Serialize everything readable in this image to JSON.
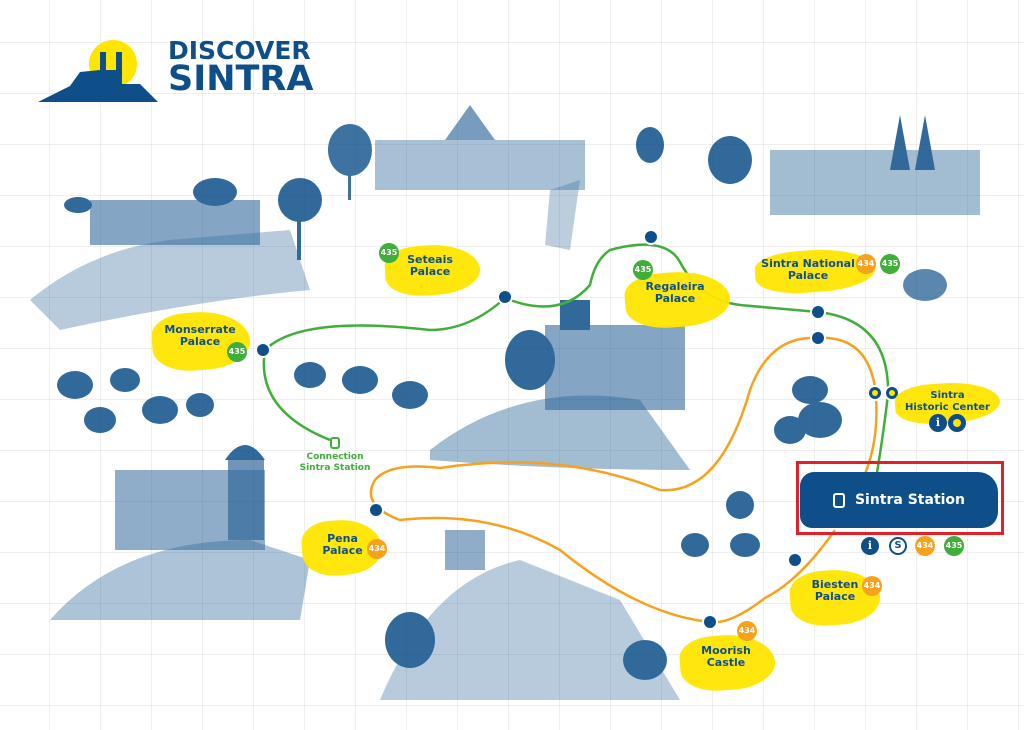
{
  "brand": {
    "line1": "DISCOVER",
    "line2": "SINTRA"
  },
  "colors": {
    "primary": "#0e4f8a",
    "highlight": "#ffe600",
    "route_434": "#f6a21e",
    "route_435": "#3fae3a",
    "selection": "#e0202a"
  },
  "places": [
    {
      "id": "seteais",
      "name": "Seteais Palace",
      "lines": [
        "Seteais",
        "Palace"
      ],
      "routes": [
        "435"
      ]
    },
    {
      "id": "regaleira",
      "name": "Regaleira Palace",
      "lines": [
        "Regaleira",
        "Palace"
      ],
      "routes": [
        "435"
      ]
    },
    {
      "id": "national",
      "name": "Sintra National Palace",
      "lines": [
        "Sintra National",
        "Palace"
      ],
      "routes": [
        "434",
        "435"
      ]
    },
    {
      "id": "monserrate",
      "name": "Monserrate Palace",
      "lines": [
        "Monserrate",
        "Palace"
      ],
      "routes": [
        "435"
      ]
    },
    {
      "id": "pena",
      "name": "Pena Palace",
      "lines": [
        "Pena",
        "Palace"
      ],
      "routes": [
        "434"
      ]
    },
    {
      "id": "moorish",
      "name": "Moorish Castle",
      "lines": [
        "Moorish",
        "Castle"
      ],
      "routes": [
        "434"
      ]
    },
    {
      "id": "biesten",
      "name": "Biesten Palace",
      "lines": [
        "Biesten",
        "Palace"
      ],
      "routes": [
        "434"
      ]
    },
    {
      "id": "historic",
      "name": "Sintra Historic Center",
      "lines": [
        "Sintra",
        "Historic Center"
      ],
      "icons": [
        "info-icon",
        "stop-icon"
      ]
    }
  ],
  "connection": {
    "lines": [
      "Connection",
      "Sintra Station"
    ],
    "icon": "bus-icon"
  },
  "station": {
    "label": "Sintra Station",
    "icon": "bus-icon",
    "services": [
      "info-icon",
      "train-logo-icon"
    ],
    "routes": [
      "434",
      "435"
    ]
  },
  "info_glyph": "i"
}
